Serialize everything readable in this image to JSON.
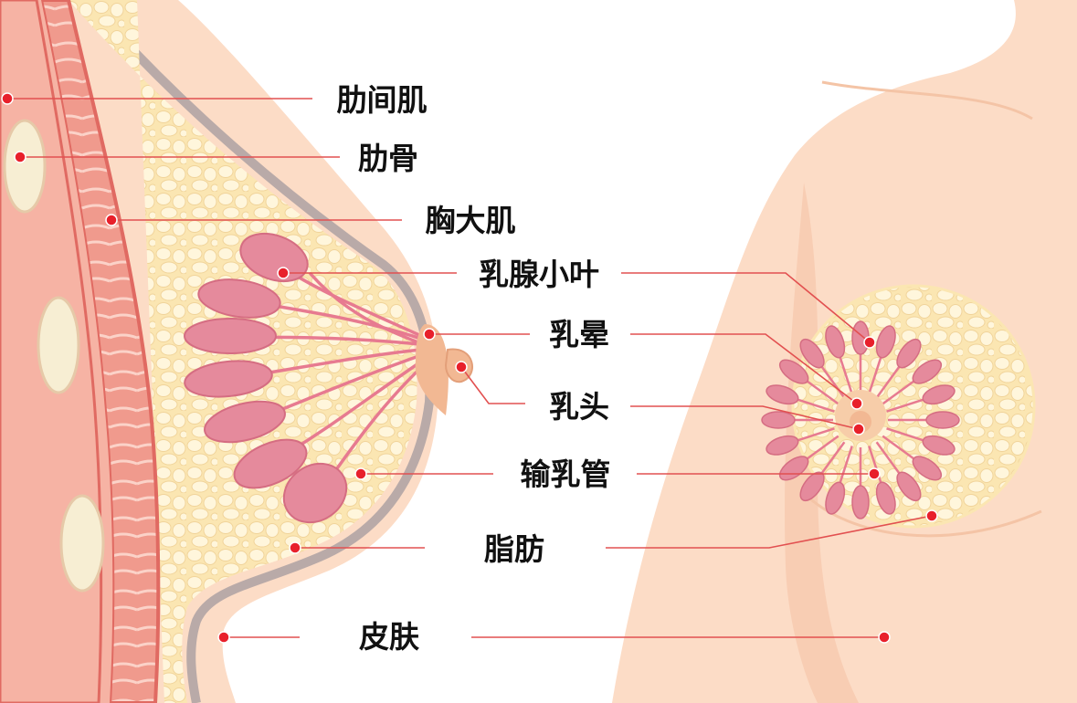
{
  "labels": {
    "intercostal_muscle": "肋间肌",
    "rib": "肋骨",
    "pectoralis_major": "胸大肌",
    "lobules": "乳腺小叶",
    "areola": "乳晕",
    "nipple": "乳头",
    "ducts": "输乳管",
    "fat": "脂肪",
    "skin": "皮肤"
  },
  "colors": {
    "skin": "#fcdcc6",
    "skin_shadow": "#f4c4a6",
    "fat": "#fbe6b2",
    "fat_cell": "#fff6dc",
    "muscle": "#f09a8d",
    "muscle_dark": "#e06a62",
    "lobule": "#e58a9c",
    "duct": "#e77a90",
    "areola": "#f2b893",
    "outline": "#b9aaa8",
    "pointer": "#e8202b",
    "line": "#e25050"
  }
}
